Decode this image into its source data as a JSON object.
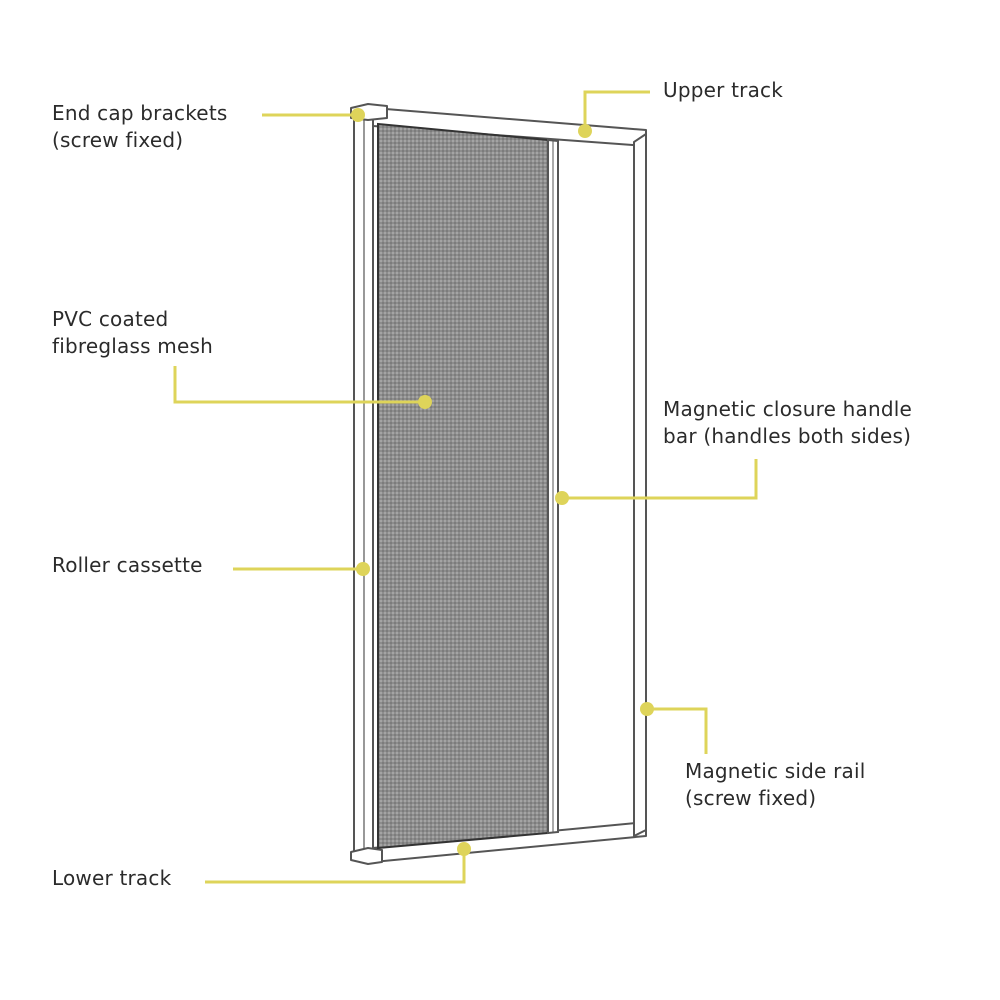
{
  "accent_color": "#ded45a",
  "frame_color": "#555555",
  "mesh_color": "#8f8f8f",
  "labels": {
    "end_cap_brackets": {
      "line1": "End cap brackets",
      "line2": "(screw fixed)"
    },
    "upper_track": {
      "line1": "Upper track"
    },
    "pvc_mesh": {
      "line1": "PVC coated",
      "line2": "fibreglass mesh"
    },
    "magnetic_handle": {
      "line1": "Magnetic closure handle",
      "line2": "bar (handles both sides)"
    },
    "roller_cassette": {
      "line1": "Roller cassette"
    },
    "magnetic_side_rail": {
      "line1": "Magnetic side rail",
      "line2": "(screw fixed)"
    },
    "lower_track": {
      "line1": "Lower track"
    }
  }
}
